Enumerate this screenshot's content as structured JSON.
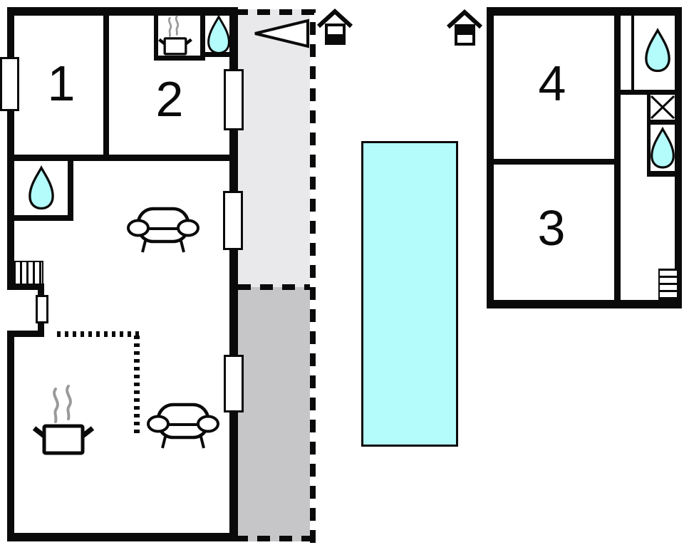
{
  "plan": {
    "rooms": [
      {
        "number": "1"
      },
      {
        "number": "2"
      },
      {
        "number": "3"
      },
      {
        "number": "4"
      }
    ]
  },
  "icons": {
    "water_drop": "water-drop-icon",
    "cooking_pot": "cooking-pot-icon",
    "sofa": "sofa-icon",
    "stairs": "stairs-icon",
    "crossed_box": "crossed-box-icon",
    "house_ground_floor": "house-ground-floor-icon",
    "house_upper_floor": "house-upper-floor-icon",
    "entrance_arrow": "entrance-arrow-icon"
  },
  "colors": {
    "wall": "#0a0a0a",
    "water": "#b4fbfb",
    "terrace_light": "#e9e9eb",
    "terrace_dark": "#c6c6c8",
    "steam": "#9a9a9a",
    "background": "#ffffff"
  }
}
